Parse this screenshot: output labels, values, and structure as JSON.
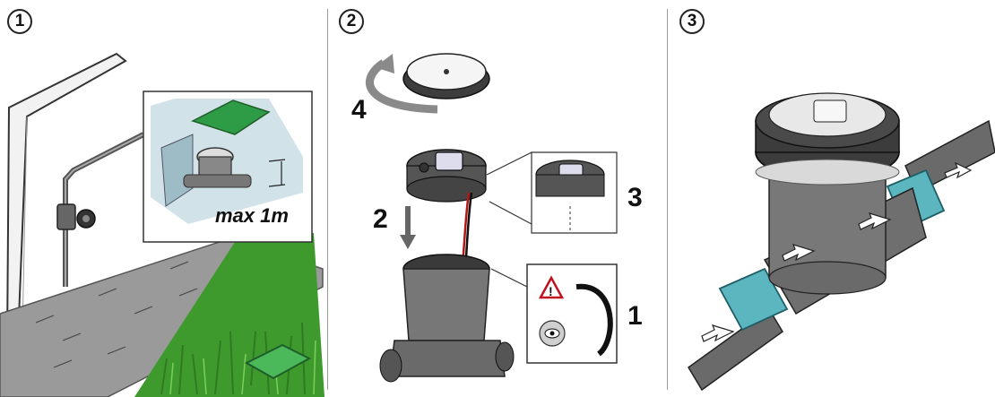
{
  "steps": [
    {
      "number": "1"
    },
    {
      "number": "2"
    },
    {
      "number": "3"
    }
  ],
  "panel1": {
    "depth_label": "max 1m"
  },
  "panel2": {
    "callouts": [
      "4",
      "2",
      "3",
      "1"
    ]
  },
  "colors": {
    "grass": "#3f9a2e",
    "grass_dark": "#2f7a22",
    "lid_green": "#2e9b46",
    "teal_coupling": "#5bb6c0",
    "body_gray": "#7a7a7a",
    "dark_gray": "#4a4a4a",
    "path_gray": "#8c8c8c"
  }
}
